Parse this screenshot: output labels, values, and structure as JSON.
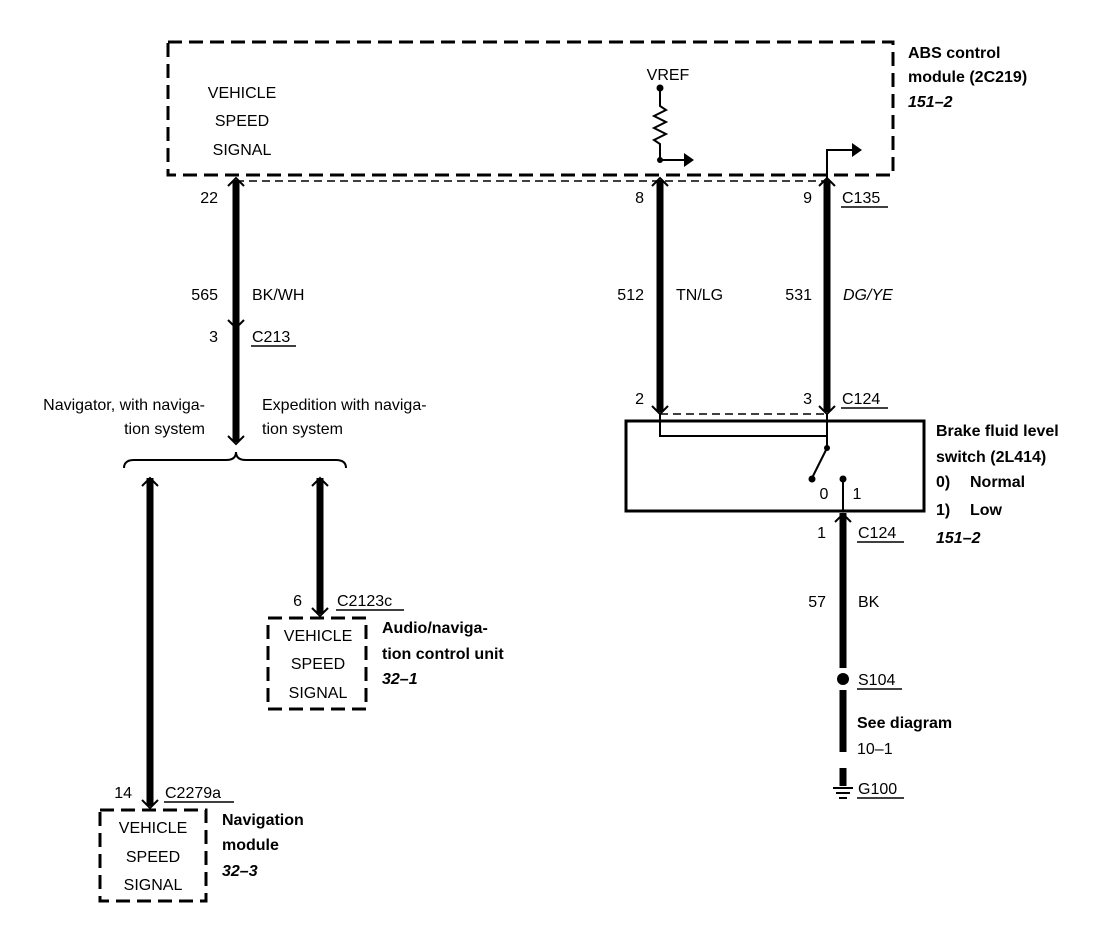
{
  "abs_module": {
    "internal_lines": [
      "VEHICLE",
      "SPEED",
      "SIGNAL"
    ],
    "vref": "VREF",
    "name_lines": [
      "ABS control",
      "module (2C219)"
    ],
    "ref": "151–2"
  },
  "wire_22": {
    "pin": "22",
    "circuit": "565",
    "color": "BK/WH",
    "conn_pin": "3",
    "connector": "C213"
  },
  "wire_8": {
    "pin": "8",
    "circuit": "512",
    "color": "TN/LG",
    "bottom_pin": "2"
  },
  "wire_9": {
    "pin": "9",
    "connector_top": "C135",
    "circuit": "531",
    "color": "DG/YE",
    "bottom_pin": "3",
    "connector_bottom": "C124"
  },
  "branch": {
    "left_lines": [
      "Navigator, with naviga-",
      "tion system"
    ],
    "right_lines": [
      "Expedition with naviga-",
      "tion system"
    ]
  },
  "audio_unit": {
    "pin": "6",
    "connector": "C2123c",
    "internal_lines": [
      "VEHICLE",
      "SPEED",
      "SIGNAL"
    ],
    "name_lines": [
      "Audio/naviga-",
      "tion control unit"
    ],
    "ref": "32–1"
  },
  "nav_module": {
    "pin": "14",
    "connector": "C2279a",
    "internal_lines": [
      "VEHICLE",
      "SPEED",
      "SIGNAL"
    ],
    "name_lines": [
      "Navigation",
      "module"
    ],
    "ref": "32–3"
  },
  "brake_switch": {
    "name_lines": [
      "Brake fluid level",
      "switch (2L414)"
    ],
    "states": [
      {
        "num": "0)",
        "label": "Normal"
      },
      {
        "num": "1)",
        "label": "Low"
      }
    ],
    "ref": "151–2",
    "pos0": "0",
    "pos1": "1"
  },
  "ground_wire": {
    "pin": "1",
    "connector": "C124",
    "circuit": "57",
    "color": "BK",
    "splice": "S104",
    "see_lines": [
      "See diagram",
      "10–1"
    ],
    "ground": "G100"
  }
}
